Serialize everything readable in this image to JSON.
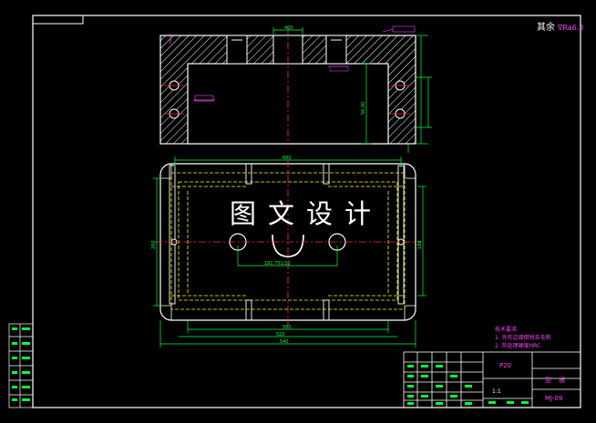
{
  "corner_label": {
    "text": "其余",
    "roughness": "∇Ra6.3"
  },
  "watermark": "图文设计",
  "dimensions": {
    "top_view_top_width": "400",
    "top_view_right_height": "56.00",
    "bottom_view_total_width": "600",
    "bottom_view_left_height": "200",
    "bottom_view_right_height": "180",
    "bottom_view_center_span": "181.751/22",
    "bottom_view_width_1": "500",
    "bottom_view_width_2": "520",
    "bottom_view_width_3": "540"
  },
  "tech_notes": {
    "title": "技术要求",
    "items": [
      "1. 外形边缘倒锐去毛刺",
      "2. 热处理硬度HRC"
    ]
  },
  "title_block": {
    "material": "P20",
    "part_name": "型 板",
    "drawing_no": "MJ-09",
    "scale": "1:1"
  }
}
